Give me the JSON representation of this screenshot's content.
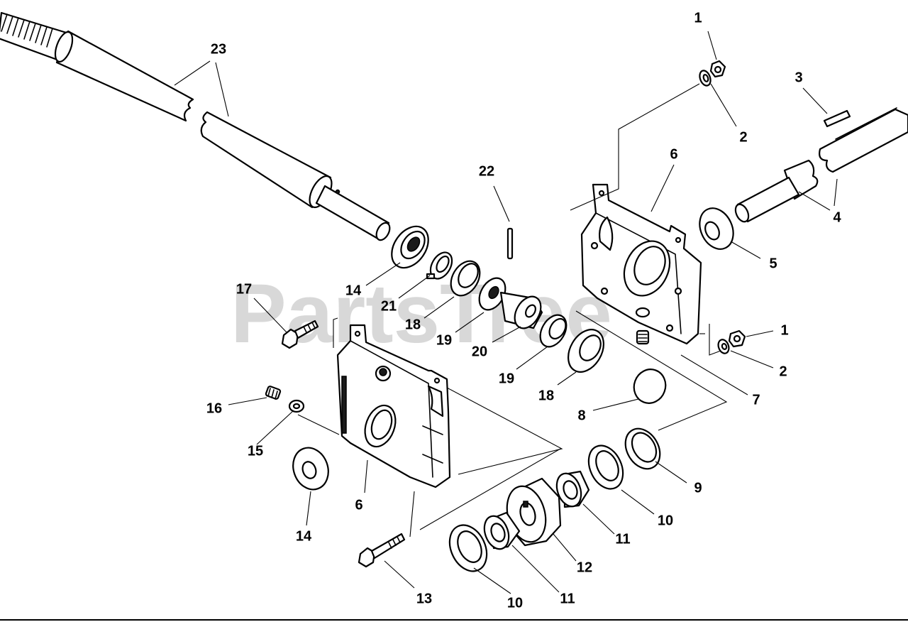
{
  "watermark": "PartsTree",
  "callouts": [
    {
      "id": "c1a",
      "text": "1"
    },
    {
      "id": "c1b",
      "text": "1"
    },
    {
      "id": "c2a",
      "text": "2"
    },
    {
      "id": "c2b",
      "text": "2"
    },
    {
      "id": "c3",
      "text": "3"
    },
    {
      "id": "c4",
      "text": "4"
    },
    {
      "id": "c5",
      "text": "5"
    },
    {
      "id": "c6a",
      "text": "6"
    },
    {
      "id": "c6b",
      "text": "6"
    },
    {
      "id": "c7",
      "text": "7"
    },
    {
      "id": "c8",
      "text": "8"
    },
    {
      "id": "c9",
      "text": "9"
    },
    {
      "id": "c10a",
      "text": "10"
    },
    {
      "id": "c10b",
      "text": "10"
    },
    {
      "id": "c11a",
      "text": "11"
    },
    {
      "id": "c11b",
      "text": "11"
    },
    {
      "id": "c12",
      "text": "12"
    },
    {
      "id": "c13",
      "text": "13"
    },
    {
      "id": "c14a",
      "text": "14"
    },
    {
      "id": "c14b",
      "text": "14"
    },
    {
      "id": "c15",
      "text": "15"
    },
    {
      "id": "c16",
      "text": "16"
    },
    {
      "id": "c17",
      "text": "17"
    },
    {
      "id": "c18a",
      "text": "18"
    },
    {
      "id": "c18b",
      "text": "18"
    },
    {
      "id": "c19a",
      "text": "19"
    },
    {
      "id": "c19b",
      "text": "19"
    },
    {
      "id": "c20",
      "text": "20"
    },
    {
      "id": "c21",
      "text": "21"
    },
    {
      "id": "c22",
      "text": "22"
    },
    {
      "id": "c23",
      "text": "23"
    }
  ]
}
